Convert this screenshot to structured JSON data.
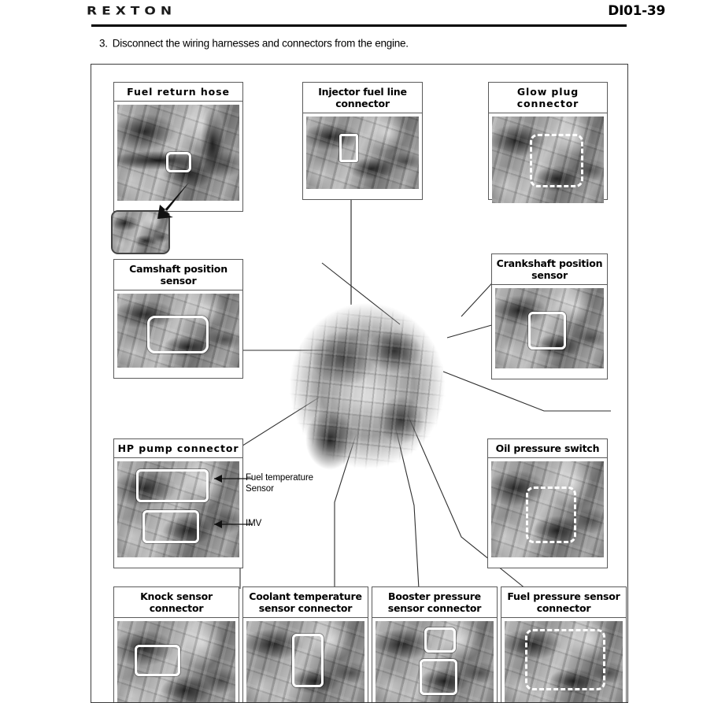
{
  "header": {
    "brand": "REXTON",
    "page_number": "DI01-39"
  },
  "instruction": {
    "number": "3.",
    "text": "Disconnect the wiring harnesses and connectors from the engine."
  },
  "figure": {
    "panels": [
      {
        "id": "fuel-return-hose",
        "caption": "Fuel  return  hose"
      },
      {
        "id": "injector-fuel-line",
        "caption": "Injector fuel line\nconnector"
      },
      {
        "id": "glow-plug-connector",
        "caption": "Glow  plug  connector"
      },
      {
        "id": "camshaft-position-sensor",
        "caption": "Camshaft position\nsensor"
      },
      {
        "id": "crankshaft-position-sensor",
        "caption": "Crankshaft position\nsensor"
      },
      {
        "id": "hp-pump-connector",
        "caption": "HP  pump  connector"
      },
      {
        "id": "oil-pressure-switch",
        "caption": "Oil pressure switch"
      },
      {
        "id": "knock-sensor-connector",
        "caption": "Knock sensor connector"
      },
      {
        "id": "coolant-temp-sensor",
        "caption": "Coolant temperature\nsensor connector"
      },
      {
        "id": "booster-pressure-sensor",
        "caption": "Booster pressure sensor\nconnector"
      },
      {
        "id": "fuel-pressure-sensor",
        "caption": "Fuel pressure sensor\nconnector"
      }
    ],
    "callouts": [
      {
        "id": "fuel-temperature-sensor",
        "text": "Fuel temperature\nSensor"
      },
      {
        "id": "imv",
        "text": "IMV"
      }
    ]
  },
  "colors": {
    "ink": "#000000",
    "rule": "#3c3c3c",
    "panel_border": "#5a5a5a",
    "highlight": "#ffffff"
  }
}
